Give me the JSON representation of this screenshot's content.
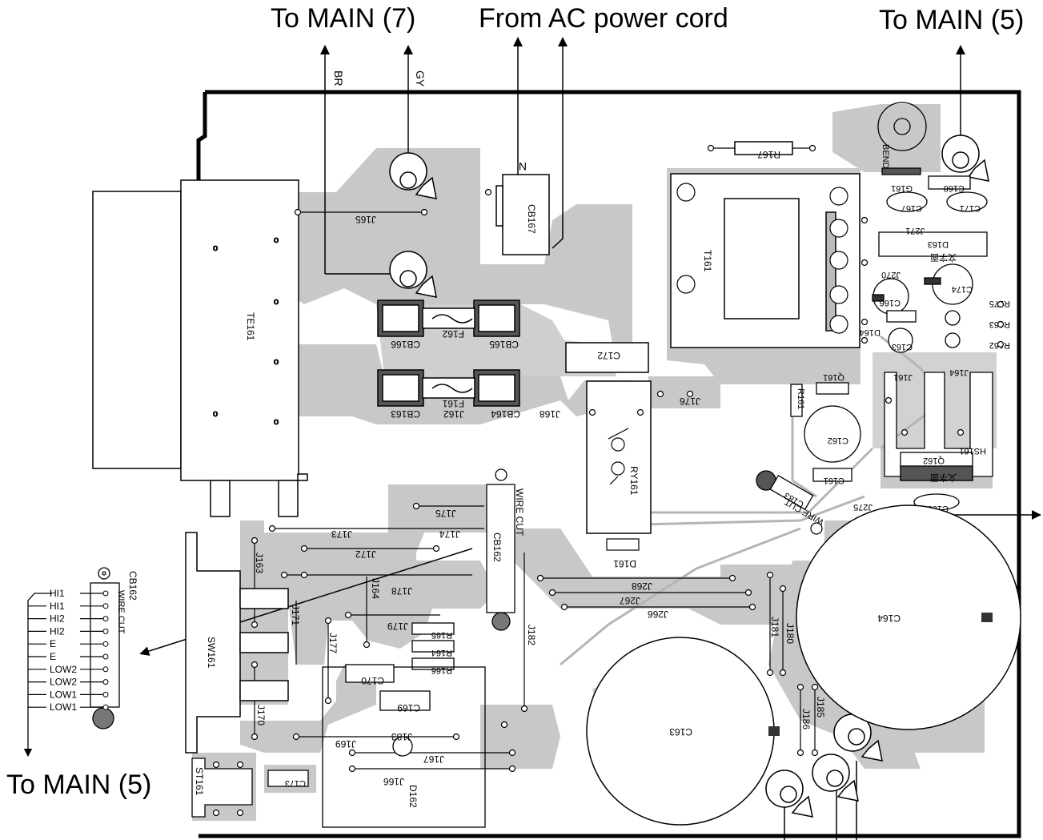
{
  "callouts": {
    "to_main_7": "To MAIN (7)",
    "from_ac": "From AC power cord",
    "to_main_5_right": "To MAIN (5)",
    "to_main_5_left": "To MAIN (5)"
  },
  "wire_colors": {
    "br": "BR",
    "gy": "GY"
  },
  "cb162_pins": [
    "HI1",
    "HI1",
    "HI2",
    "HI2",
    "E",
    "E",
    "LOW2",
    "LOW2",
    "LOW1",
    "LOW1"
  ],
  "cb162_title": "CB162",
  "cb162_sub": "WIRE CUT",
  "parts": {
    "te161": "TE161",
    "cb167": "CB167",
    "n_mark": "N",
    "j165": "J165",
    "cb166": "CB166",
    "f162": "F162",
    "cb165": "CB165",
    "cb163": "CB163",
    "f161": "F161",
    "j162": "J162",
    "cb164": "CB164",
    "j168": "J168",
    "c172": "C172",
    "j176": "J176",
    "ry161": "RY161",
    "d161": "D161",
    "r167": "R167",
    "t161": "T161",
    "bend": "BEND",
    "q161": "Q161",
    "r161": "R161",
    "c162": "C162",
    "c161": "C161",
    "d163": "D163",
    "moji1": "文字面",
    "moji2": "文字面",
    "j271": "J271",
    "j270": "J270",
    "c166": "C166",
    "c174": "C174",
    "r175": "R175",
    "r163": "R163",
    "r162": "R162",
    "d164": "D164",
    "c163s": "C163",
    "j161": "J161",
    "j164": "J164",
    "hs161": "HS161",
    "q162": "Q162",
    "c165": "C165",
    "c167": "C167",
    "c171": "C171",
    "c168": "C168",
    "g161": "G161",
    "j275": "J275",
    "c183": "C183",
    "wire_cut": "WIRE CUT",
    "j175": "J175",
    "j174": "J174",
    "j173": "J173",
    "j172": "J172",
    "j178": "J178",
    "j179": "J179",
    "j177": "J177",
    "j171": "J171",
    "j163": "J163",
    "j170": "J170",
    "j164v": "J164",
    "sw161": "SW161",
    "r165": "R165",
    "r164": "R164",
    "r166": "R166",
    "c170": "C170",
    "c169": "C169",
    "j183": "J183",
    "j169": "J169",
    "j167": "J167",
    "j166": "J166",
    "d162": "D162",
    "st161": "ST161",
    "c173": "C173",
    "j268": "J268",
    "j267": "J267",
    "j266": "J266",
    "j182": "J182",
    "j181": "J181",
    "j180": "J180",
    "j186": "J186",
    "j185": "J185",
    "c164": "C164",
    "c163": "C163",
    "cb162v": "CB162",
    "wire_cut2": "WIRE CUT"
  }
}
